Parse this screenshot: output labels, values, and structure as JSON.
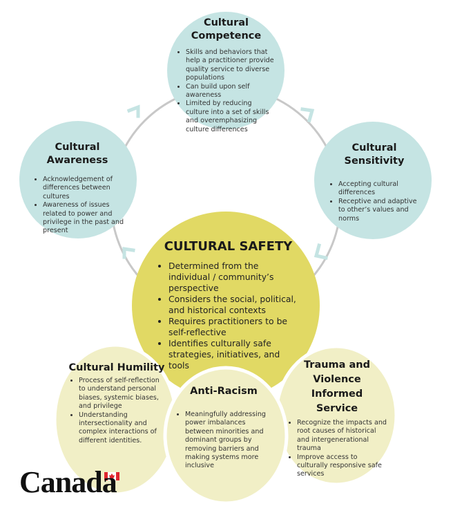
{
  "colors": {
    "teal": "#c5e4e3",
    "yellow_center": "#e1d964",
    "yellow_light": "#f1efc6",
    "arrow": "#c5e4e3",
    "ring": "#c8c8c8",
    "flag_red": "#e0262e"
  },
  "center": {
    "title": "CULTURAL SAFETY",
    "items": [
      "Determined from the individual / community’s perspective",
      "Considers the social, political, and historical contexts",
      "Requires practitioners to be self-reflective",
      "Identifies culturally safe strategies, initiatives, and tools"
    ]
  },
  "competence": {
    "title": "Cultural Competence",
    "items": [
      "Skills and behaviors that help a practitioner provide quality service to diverse populations",
      "Can build upon self awareness",
      "Limited by reducing culture into a set of skills  and overemphasizing culture differences"
    ]
  },
  "awareness": {
    "title": "Cultural Awareness",
    "items": [
      "Acknowledgement of differences between cultures",
      "Awareness of issues related to power and privilege in the past and present"
    ]
  },
  "sensitivity": {
    "title": "Cultural Sensitivity",
    "items": [
      "Accepting cultural differences",
      "Receptive and adaptive to other’s values and norms"
    ]
  },
  "humility": {
    "title": "Cultural Humility",
    "items": [
      "Process of self-reflection to understand personal biases, systemic biases, and privilege",
      "Understanding intersectionality and complex interactions of different identities."
    ]
  },
  "antiracism": {
    "title": "Anti-Racism",
    "items": [
      "Meaningfully addressing power imbalances between minorities and dominant groups by removing barriers and making systems more inclusive"
    ]
  },
  "trauma": {
    "title": "Trauma and Violence Informed Service",
    "items": [
      "Recognize the impacts and root causes of historical and intergenerational trauma",
      "Improve access to culturally responsive safe services"
    ]
  },
  "logo": {
    "wordmark": "Canada"
  }
}
